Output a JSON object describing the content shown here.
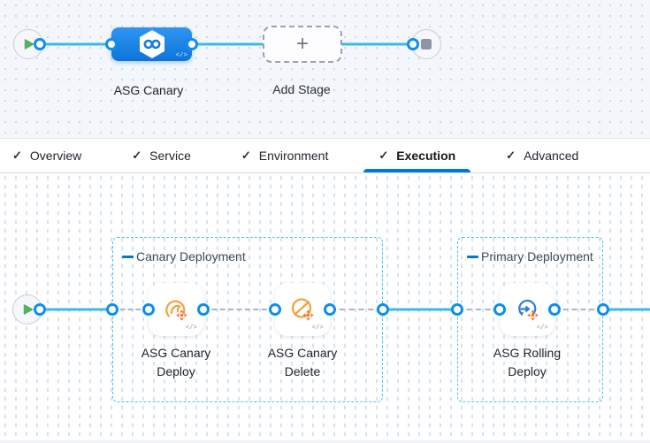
{
  "stage_builder": {
    "stage_name": "ASG Canary",
    "add_stage_label": "Add Stage",
    "add_stage_plus": "+",
    "code_icon_label": "</>"
  },
  "tabs": {
    "check_glyph": "✓",
    "items": [
      {
        "label": "Overview",
        "checked": true,
        "active": false
      },
      {
        "label": "Service",
        "checked": true,
        "active": false
      },
      {
        "label": "Environment",
        "checked": true,
        "active": false
      },
      {
        "label": "Execution",
        "checked": true,
        "active": true
      },
      {
        "label": "Advanced",
        "checked": true,
        "active": false
      }
    ]
  },
  "execution": {
    "groups": [
      {
        "title": "Canary Deployment"
      },
      {
        "title": "Primary Deployment"
      }
    ],
    "steps": [
      {
        "name": "ASG Canary Deploy",
        "icon": "asg-canary-deploy-icon"
      },
      {
        "name": "ASG Canary Delete",
        "icon": "asg-canary-delete-icon"
      },
      {
        "name": "ASG Rolling Deploy",
        "icon": "asg-rolling-deploy-icon"
      }
    ],
    "code_icon_label": "</>"
  },
  "colors": {
    "edge_line": "#3cb9e9",
    "port_ring": "#0c8ff0",
    "stage_blue_top": "#2e95f2",
    "stage_blue_bottom": "#0d74da",
    "active_tab_underline": "#0278d5",
    "group_border": "#49c5ef",
    "group_accent": "#0278d5",
    "canary_yellow": "#f2a33c",
    "arrows_orange": "#ed7d31",
    "rolling_blue": "#2f80cd",
    "play_green": "#57b05e",
    "stop_gray": "#8f93a8"
  }
}
